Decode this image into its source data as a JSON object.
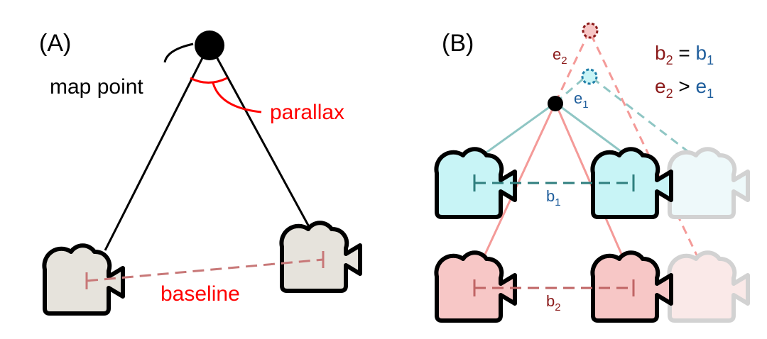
{
  "panel_a": {
    "label": "(A)",
    "map_point_label": "map point",
    "parallax_label": "parallax",
    "baseline_label": "baseline"
  },
  "panel_b": {
    "label": "(B)",
    "e2": {
      "base": "e",
      "sub": "2"
    },
    "e1": {
      "base": "e",
      "sub": "1"
    },
    "b1": {
      "base": "b",
      "sub": "1"
    },
    "b2": {
      "base": "b",
      "sub": "2"
    },
    "eq1": {
      "lhs": "b",
      "lhs_sub": "2",
      "op": " = ",
      "rhs": "b",
      "rhs_sub": "1"
    },
    "eq2": {
      "lhs": "e",
      "lhs_sub": "2",
      "op": " > ",
      "rhs": "e",
      "rhs_sub": "1"
    }
  },
  "colors": {
    "camera_gray": "#e6e3dc",
    "camera_cyan": "#c8f4f6",
    "camera_pink": "#f7c7c6",
    "camera_faded_cyan": "#eef9fa",
    "camera_faded_pink": "#fae9e8",
    "teal_line": "#8fc6c4",
    "pink_line": "#f49a98",
    "dark_red": "#8b1a1a",
    "blue": "#1f5e9c",
    "red": "#ff0000"
  }
}
